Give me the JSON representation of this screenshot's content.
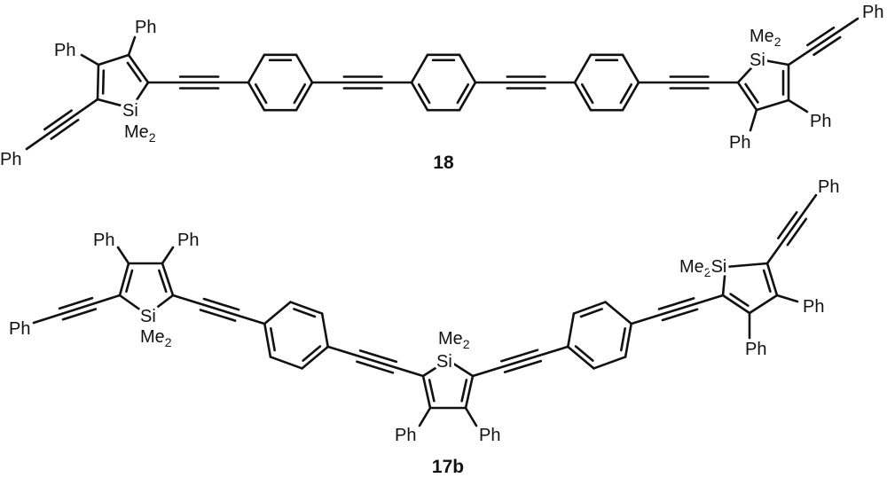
{
  "compounds": {
    "top_label": "18",
    "bottom_label": "17b"
  },
  "atoms": {
    "phenyl": "Ph",
    "silicon": "Si",
    "methyl": "Me",
    "subscript_2": "2"
  },
  "colors": {
    "ink": "#111111",
    "background": "#ffffff"
  }
}
